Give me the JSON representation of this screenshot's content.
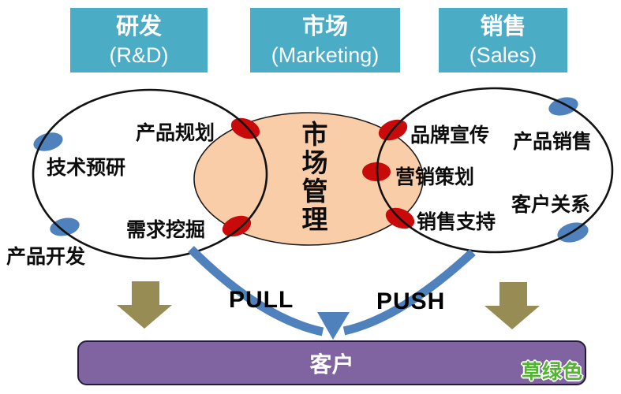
{
  "title_boxes": {
    "rd": {
      "title": "研发",
      "subtitle": "(R&D)"
    },
    "marketing": {
      "title": "市场",
      "subtitle": "(Marketing)"
    },
    "sales": {
      "title": "销售",
      "subtitle": "(Sales)"
    }
  },
  "venn": {
    "rd_circle": {
      "product_planning": "产品规划",
      "tech_preresearch": "技术预研",
      "demand_mining": "需求挖掘",
      "product_development": "产品开发"
    },
    "center_ellipse": {
      "market_management": "市场管理"
    },
    "sales_circle": {
      "brand_promotion": "品牌宣传",
      "marketing_planning": "营销策划",
      "sales_support": "销售支持",
      "product_sales": "产品销售",
      "customer_relations": "客户关系"
    }
  },
  "flow": {
    "pull": "PULL",
    "push": "PUSH"
  },
  "customer_box": {
    "label": "客户"
  },
  "watermark": {
    "text": "草绿色"
  },
  "colors": {
    "teal": "#4BACC6",
    "purple": "#8064A2",
    "peach": "#FACDA9",
    "red": "#C80A0A",
    "blue": "#4F81BD",
    "olive": "#988C55",
    "green": "#53B332"
  }
}
